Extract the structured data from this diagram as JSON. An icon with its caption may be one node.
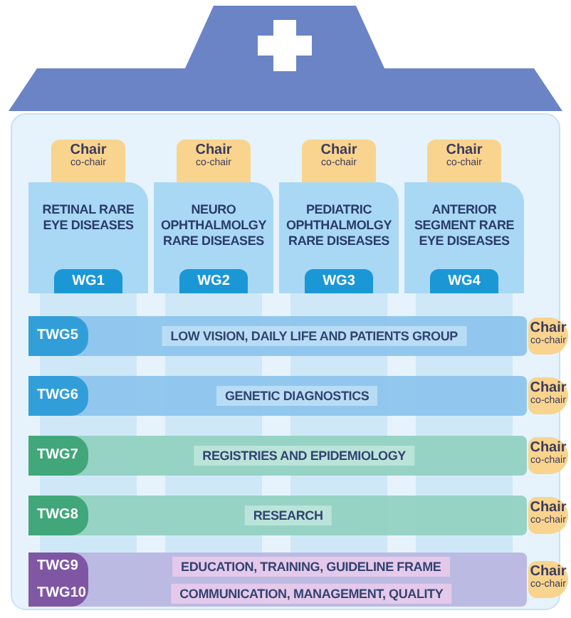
{
  "diagram": {
    "nodes": [
      {
        "text": [
          "RETINAL RARE EYE DISEASES",
          "WG1"
        ],
        "beside": [
          "Chair",
          "co-chair"
        ]
      },
      {
        "text": [
          "NEURO OPHTHALMOLGY RARE DISEASES",
          "WG2"
        ],
        "beside": [
          "Chair",
          "co-chair"
        ]
      },
      {
        "text": [
          "PEDIATRIC OPHTHALMOLGY RARE DISEASES",
          "WG3"
        ],
        "beside": [
          "Chair",
          "co-chair"
        ]
      },
      {
        "text": [
          "ANTERIOR SEGMENT RARE EYE DISEASES",
          "WG4"
        ],
        "beside": [
          "Chair",
          "co-chair"
        ]
      },
      {
        "text": [
          "TWG5",
          "LOW VISION, DAILY LIFE AND PATIENTS GROUP"
        ],
        "beside": [
          "Chair",
          "co-chair"
        ]
      },
      {
        "text": [
          "TWG6",
          "GENETIC DIAGNOSTICS"
        ],
        "beside": [
          "Chair",
          "co-chair"
        ]
      },
      {
        "text": [
          "TWG7",
          "REGISTRIES AND EPIDEMIOLOGY"
        ],
        "beside": [
          "Chair",
          "co-chair"
        ]
      },
      {
        "text": [
          "TWG8",
          "RESEARCH"
        ],
        "beside": [
          "Chair",
          "co-chair"
        ]
      },
      {
        "text": [
          "TWG9",
          "EDUCATION, TRAINING, GUIDELINE FRAME",
          "TWG10",
          "COMMUNICATION, MANAGEMENT, QUALITY"
        ],
        "beside": [
          "Chair",
          "co-chair"
        ]
      }
    ]
  }
}
